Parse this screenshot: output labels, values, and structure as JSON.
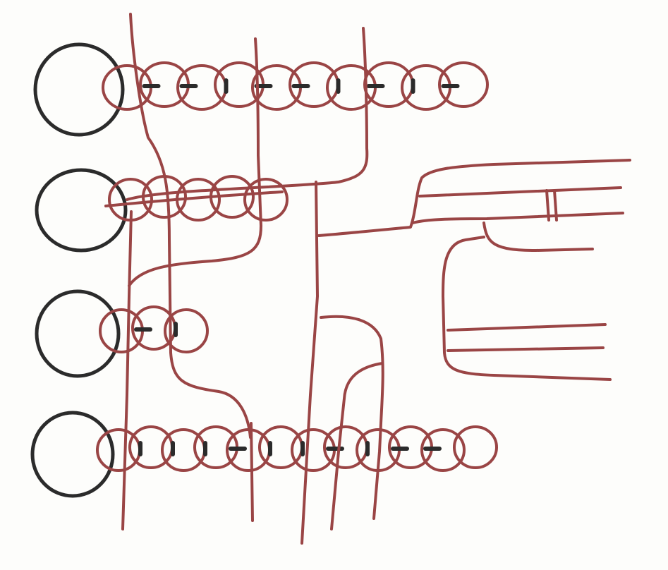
{
  "colors": {
    "ink_dark": "#2b2b2b",
    "ink_red": "#9a4545",
    "paper": "#fdfdfb"
  },
  "rows": [
    {
      "name": "row-1",
      "loops": 10,
      "dashes": [
        "h",
        "h",
        "v",
        "h",
        "h",
        "v",
        "h",
        "v",
        "h"
      ]
    },
    {
      "name": "row-2",
      "loops": 5,
      "dashes": []
    },
    {
      "name": "row-3",
      "loops": 3,
      "dashes": [
        "h",
        "v"
      ]
    },
    {
      "name": "row-4",
      "loops": 12,
      "dashes": [
        "v",
        "v",
        "v",
        "h",
        "v",
        "v",
        "h",
        "v",
        "h",
        "h"
      ]
    }
  ],
  "terminal_rings": 4,
  "parallel_leads": 9
}
